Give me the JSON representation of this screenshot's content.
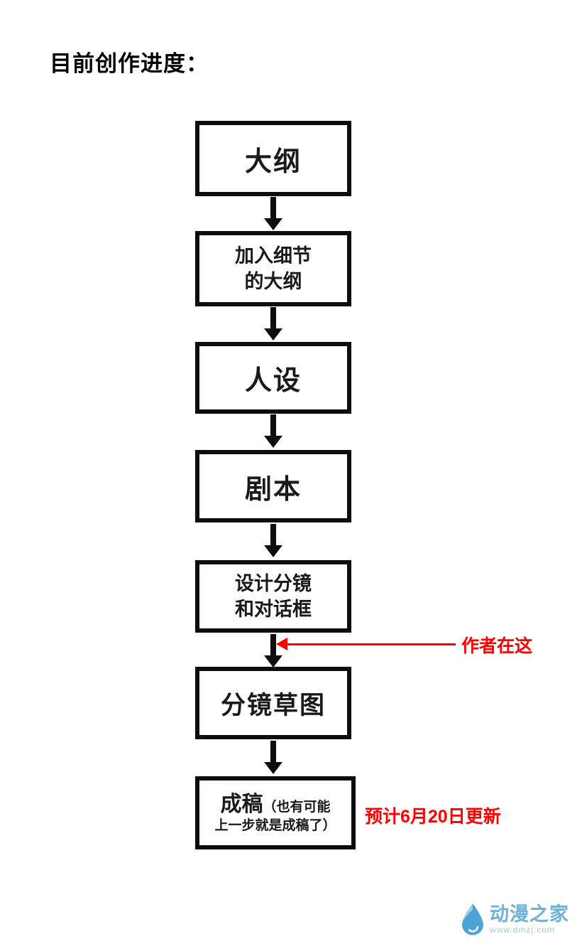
{
  "title": "目前创作进度：",
  "steps": {
    "s1": "大纲",
    "s2": "加入细节\n的大纲",
    "s3": "人设",
    "s4": "剧本",
    "s5": "设计分镜\n和对话框",
    "s6": "分镜草图",
    "s7_main": "成稿",
    "s7_sub1": "（也有可能",
    "s7_sub2": "上一步就是成稿了）"
  },
  "annotations": {
    "author_here": "作者在这",
    "update_note": "预计6月20日更新",
    "accent_color": "#ff0000"
  },
  "watermark": {
    "site_name": "动漫之家",
    "site_url": "www.dmzj.com"
  }
}
